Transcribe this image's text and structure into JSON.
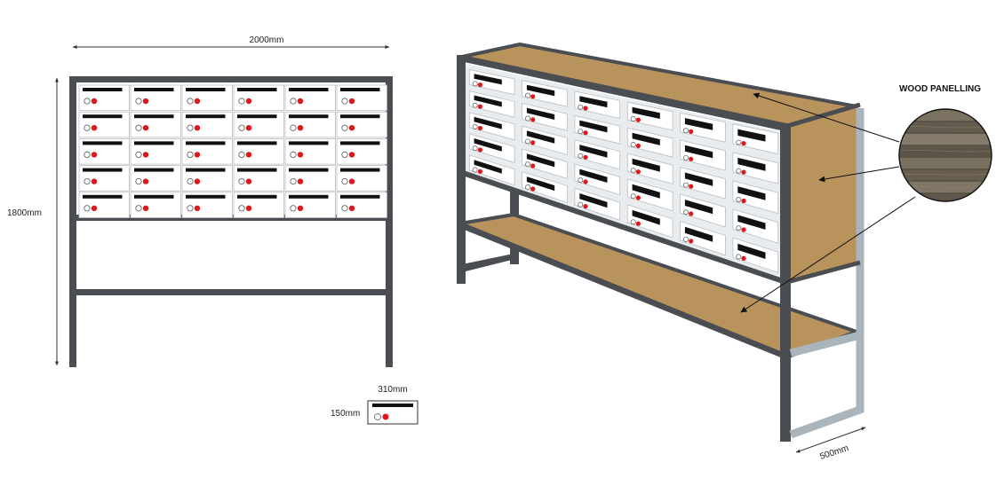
{
  "dimensions": {
    "width": "2000mm",
    "height": "1800mm",
    "box_width": "310mm",
    "box_height": "150mm",
    "depth": "500mm"
  },
  "labels": {
    "wood_panelling": "WOOD PANELLING"
  },
  "front_view": {
    "rows": 5,
    "columns": 6
  },
  "perspective_view": {
    "rows": 5,
    "columns": 6
  },
  "colors": {
    "frame": "#4a4d52",
    "frame_light": "#a9b4bc",
    "wood": "#b9935c",
    "slot": "#111111",
    "lock_red": "#e0161b",
    "box_face": "#ffffff",
    "box_edge": "#b8bec4"
  }
}
